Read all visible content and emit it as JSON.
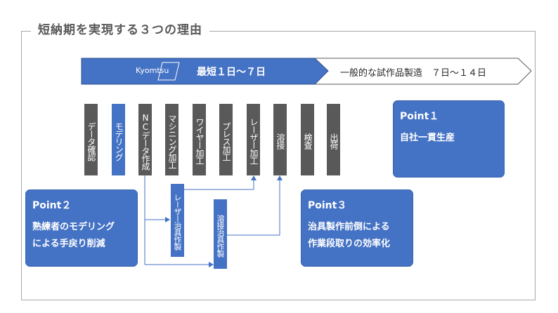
{
  "title": "短納期を実現する３つの理由",
  "timeline": {
    "logo_text": "Kyomtsu",
    "fast_label": "最短１日～７日",
    "normal_label": "一般的な試作品製造　７日～１４日"
  },
  "steps": [
    {
      "label": "データ確認"
    },
    {
      "label": "モデリング"
    },
    {
      "label": "NCデータ作成"
    },
    {
      "label": "マシニング加工"
    },
    {
      "label": "ワイヤー加工"
    },
    {
      "label": "プレス加工"
    },
    {
      "label": "レーザー加工"
    },
    {
      "label": "溶接"
    },
    {
      "label": "検査"
    },
    {
      "label": "出荷"
    }
  ],
  "jigs": [
    {
      "label": "レーザー治具作製"
    },
    {
      "label": "溶接治具作製"
    }
  ],
  "points": [
    {
      "title": "Point１",
      "lines": [
        "自社一貫生産"
      ]
    },
    {
      "title": "Point２",
      "lines": [
        "熟練者のモデリング",
        "による手戻り削減"
      ]
    },
    {
      "title": "Point３",
      "lines": [
        "治具製作前倒による",
        "作業段取りの効率化"
      ]
    }
  ],
  "colors": {
    "accent_blue": "#4472c4",
    "step_gray": "#595959",
    "frame_gray": "#a6a6a6"
  }
}
